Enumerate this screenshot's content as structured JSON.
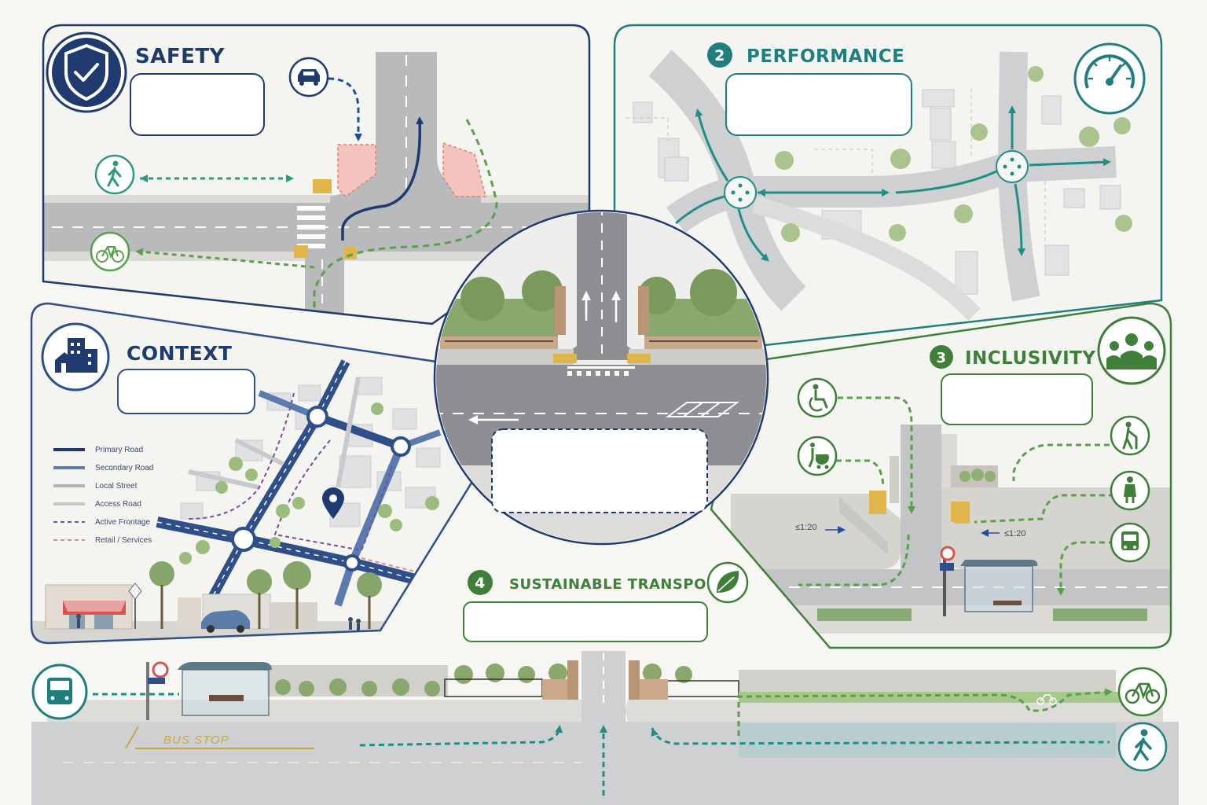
{
  "colors": {
    "safety": "#1f3a6e",
    "performance": "#1f7f7e",
    "inclusivity": "#3f7f3a",
    "context": "#2f4f8a",
    "sustainable": "#3f7f3a",
    "road": "#b9babb",
    "road_dark": "#9a9c9f",
    "pavement": "#dcdad6",
    "green": "#6f9a55",
    "path_green": "#5aa04a",
    "path_blue": "#1f4f9a",
    "path_teal": "#1f8f86",
    "conflict_red": "#e08070"
  },
  "panels": {
    "safety": {
      "title": "SAFETY",
      "icon": "shield-check-icon"
    },
    "performance": {
      "number": "2",
      "title": "PERFORMANCE",
      "icon": "speedometer-icon"
    },
    "context": {
      "title": "CONTEXT",
      "icon": "city-buildings-icon"
    },
    "inclusivity": {
      "number": "3",
      "title": "INCLUSIVITY",
      "icon": "people-group-icon"
    },
    "sustainable": {
      "number": "4",
      "title": "SUSTAINABLE TRANSPORT",
      "icon": "leaf-icon"
    }
  },
  "legend": [
    {
      "label": "Primary Road",
      "color": "#1f3a6e",
      "style": "solid"
    },
    {
      "label": "Secondary Road",
      "color": "#5a7ab0",
      "style": "solid"
    },
    {
      "label": "Local Street",
      "color": "#b0b4bb",
      "style": "solid"
    },
    {
      "label": "Access Road",
      "color": "#c4c6ca",
      "style": "solid"
    },
    {
      "label": "Active Frontage",
      "color": "#7a4aa0",
      "style": "dashed"
    },
    {
      "label": "Retail / Services",
      "color": "#e08a8a",
      "style": "dashed"
    }
  ],
  "inclusivity_labels": {
    "gradient_left": "≤1:20",
    "gradient_right": "≤1:20"
  },
  "bus_stop_marking": "BUS STOP",
  "mode_icons": {
    "safety": [
      "car-icon",
      "pedestrian-icon",
      "bicycle-icon"
    ],
    "inclusivity": [
      "wheelchair-icon",
      "stroller-icon",
      "elderly-cane-icon",
      "child-icon",
      "bus-icon"
    ],
    "bottom": [
      "bus-icon",
      "bicycle-icon",
      "pedestrian-icon"
    ]
  }
}
